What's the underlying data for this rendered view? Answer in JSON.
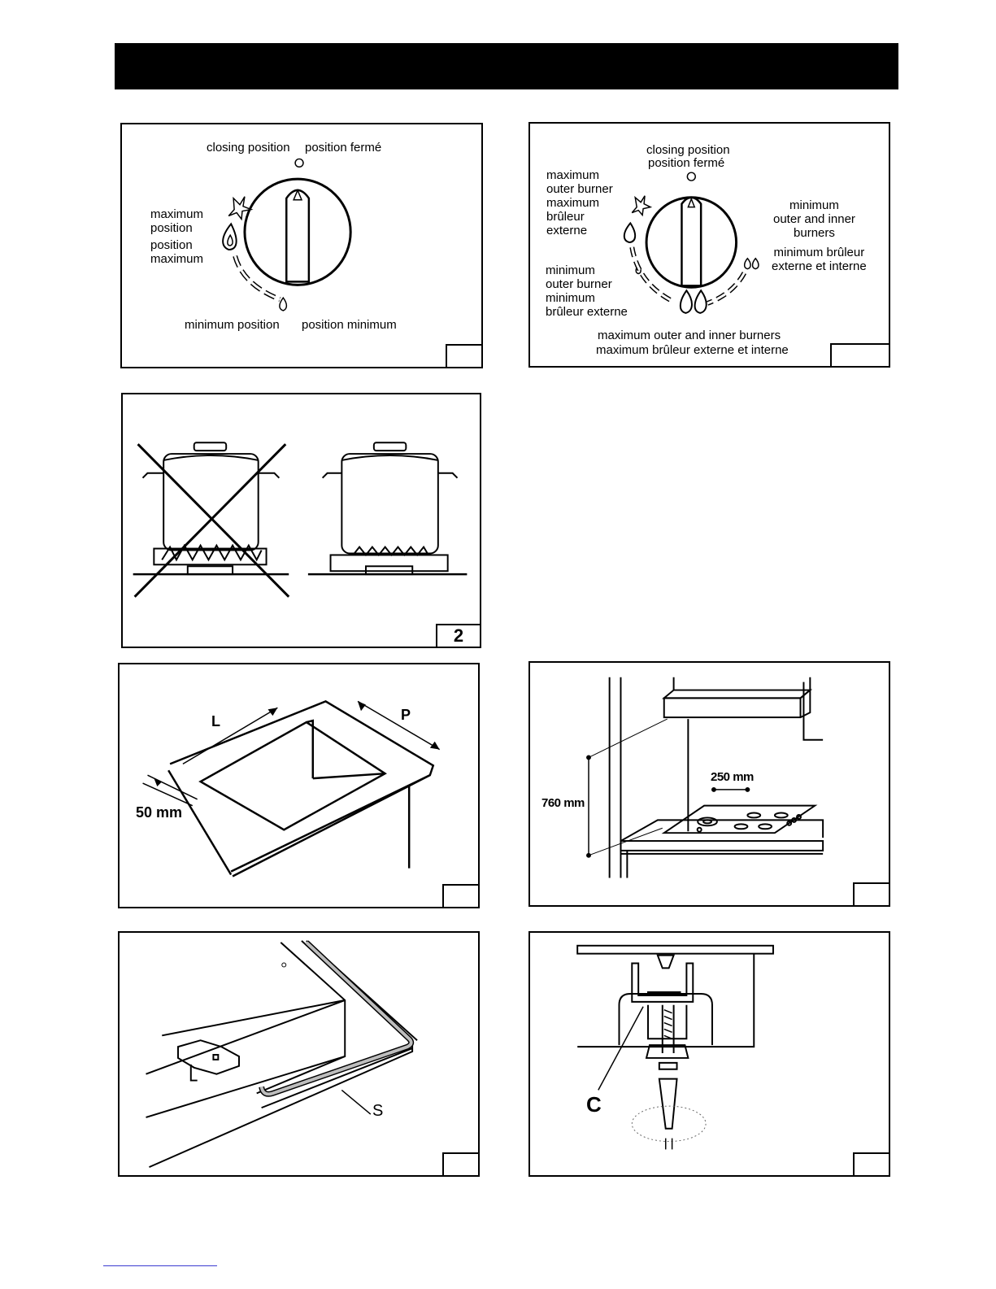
{
  "fig1": {
    "closing_en": "closing position",
    "closing_fr": "position fermé",
    "max_en": "maximum\nposition",
    "max_fr": "position\nmaximum",
    "min_en": "minimum position",
    "min_fr": "position minimum",
    "number": ""
  },
  "fig1b": {
    "closing_en": "closing position",
    "closing_fr": "position fermé",
    "max_outer": "maximum\nouter burner\nmaximum\nbrûleur\nexterne",
    "min_outer": "minimum\nouter burner\nminimum\nbrûleur externe",
    "min_both": "minimum\nouter and inner\nburners",
    "min_both_fr": "minimum brûleur\nexterne et interne",
    "max_both_en": "maximum outer and inner burners",
    "max_both_fr": "maximum brûleur externe et interne",
    "number": ""
  },
  "fig2": {
    "number": "2"
  },
  "fig3": {
    "label_l": "L",
    "label_p": "P",
    "label_50": "50 mm",
    "number": ""
  },
  "fig4": {
    "label_760": "760 mm",
    "label_250": "250 mm",
    "number": ""
  },
  "fig5": {
    "label_s": "S",
    "number": ""
  },
  "fig6": {
    "label_c": "C",
    "number": ""
  }
}
